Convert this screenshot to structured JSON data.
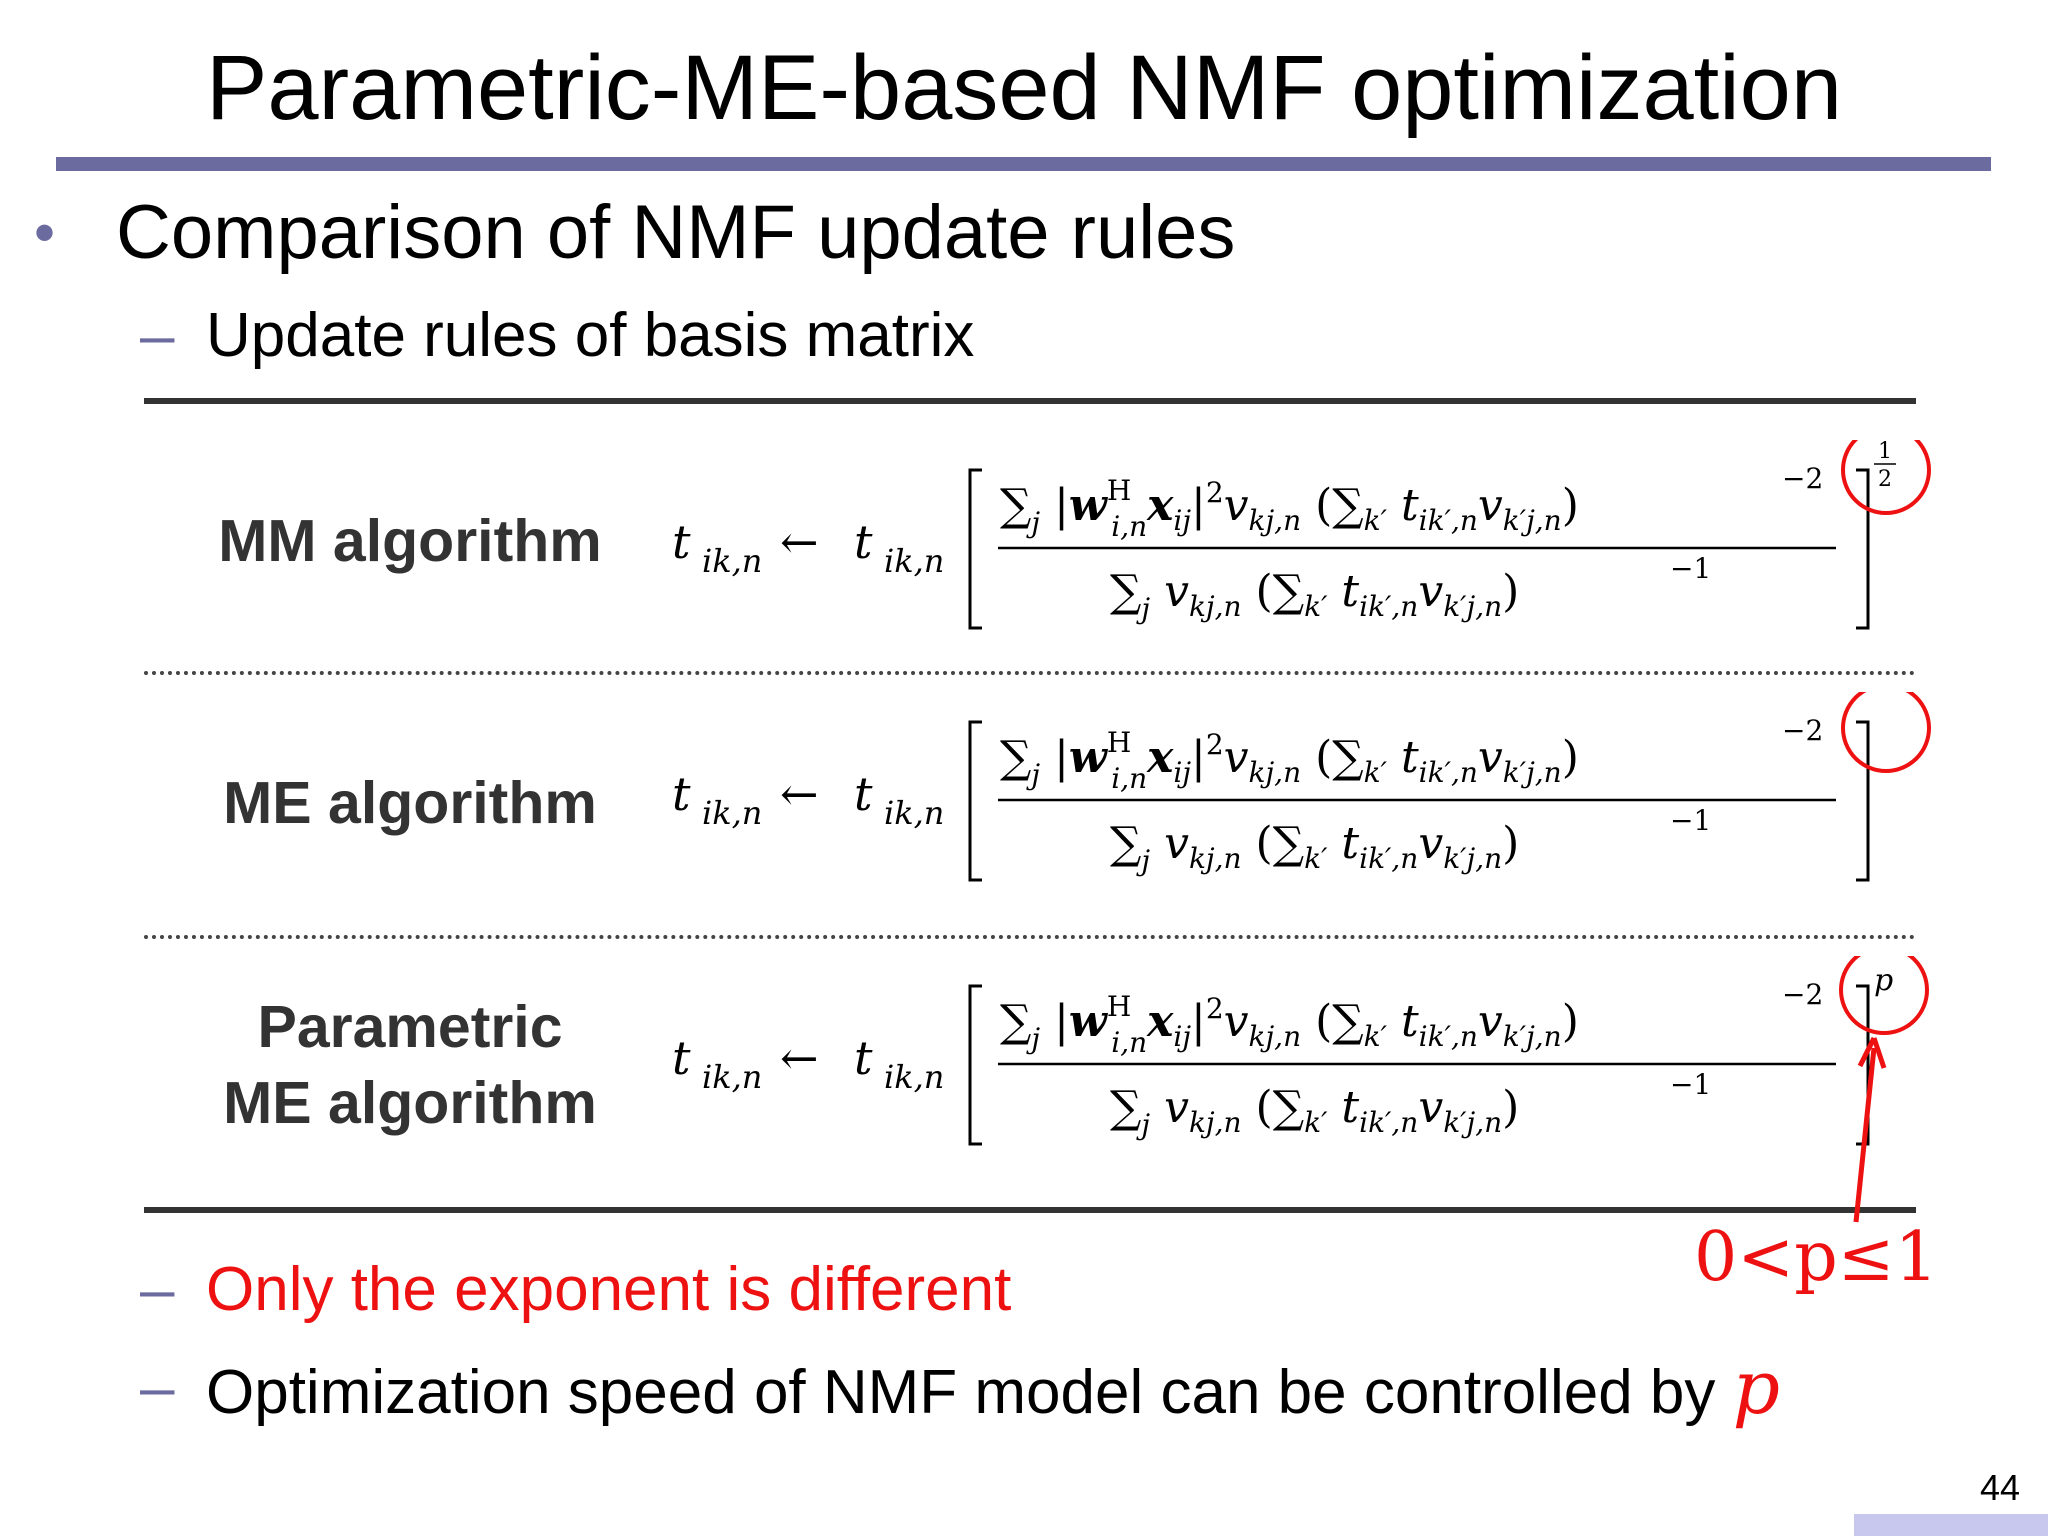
{
  "slide": {
    "title": "Parametric-ME-based NMF optimization",
    "bullet": "Comparison of NMF update rules",
    "subpoint": "Update rules of basis matrix",
    "note_red": "Only the exponent is different",
    "note_last": "Optimization speed of NMF model can be controlled by",
    "note_last_var": "p",
    "condition": "0<p≤1",
    "page_number": "44",
    "dash": "–",
    "dot": "•"
  },
  "algorithms": [
    {
      "label": "MM algorithm",
      "exponent": "1/2"
    },
    {
      "label": "ME algorithm",
      "exponent": ""
    },
    {
      "label_line1": "Parametric",
      "label_line2": "ME algorithm",
      "exponent": "p"
    }
  ],
  "formula": {
    "lhs": "t",
    "lhs_sub": "ik,n",
    "arrow": "←",
    "numerator": "∑ⱼ |w",
    "neg2": "−2",
    "neg1": "−1"
  },
  "colors": {
    "accent": "#6b6b9f",
    "highlight": "#ee1111",
    "rule": "#333333"
  }
}
